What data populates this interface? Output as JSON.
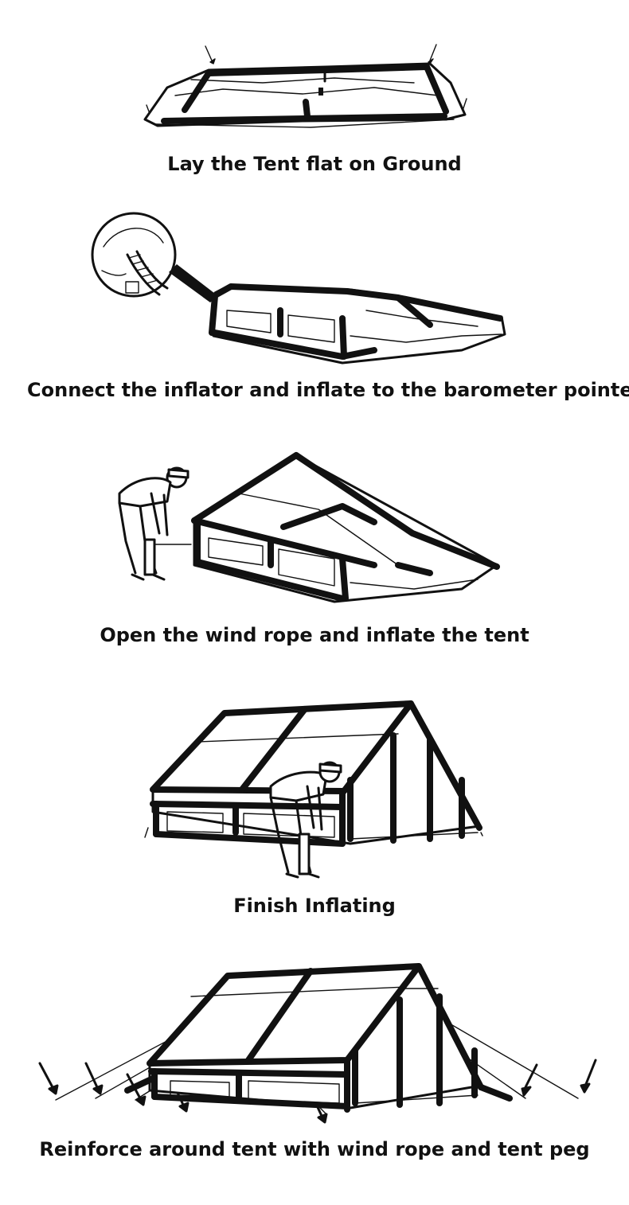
{
  "steps": [
    {
      "caption": "Lay the Tent flat on Ground"
    },
    {
      "caption": "Connect the inflator and inflate to the barometer pointe"
    },
    {
      "caption": "Open the wind rope and inflate the tent"
    },
    {
      "caption": "Finish Inflating"
    },
    {
      "caption": "Reinforce around tent with wind rope and tent peg"
    }
  ]
}
